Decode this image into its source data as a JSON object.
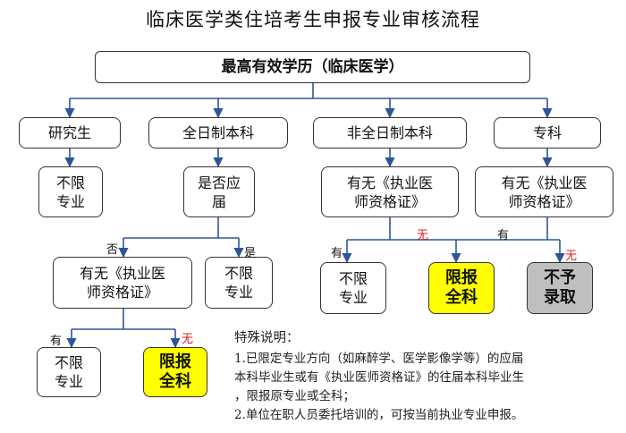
{
  "title": "临床医学类住培考生申报专业审核流程",
  "boxes": {
    "root": "最高有效学历（临床医学）",
    "grad": "研究生",
    "fulltime": "全日制本科",
    "parttime": "非全日制本科",
    "junior": "专科",
    "grad_result": [
      "不限",
      "专业"
    ],
    "fulltime_q": [
      "是否应",
      "届"
    ],
    "parttime_q": [
      "有无《执业医",
      "师资格证》"
    ],
    "junior_q": [
      "有无《执业医",
      "师资格证》"
    ],
    "ft_nonfresh_q": [
      "有无《执业医",
      "师资格证》"
    ],
    "ft_fresh_result": [
      "不限",
      "专业"
    ],
    "pt_yes_result": [
      "不限",
      "专业"
    ],
    "pt_no_result": [
      "限报",
      "全科"
    ],
    "jr_yes_result": [
      "不予",
      "录取"
    ],
    "ft_yes_result": [
      "不限",
      "专业"
    ],
    "ft_no_result": [
      "限报",
      "全科"
    ]
  },
  "labels": {
    "no_fresh": "否",
    "yes_fresh": "是",
    "pt_has": "有",
    "pt_none": "无",
    "jr_has": "有",
    "jr_none": "无",
    "ft_has": "有",
    "ft_none": "无"
  },
  "notes": {
    "heading": "特殊说明：",
    "lines": [
      "1.已限定专业方向（如麻醉学、医学影像学等）的应届",
      "本科毕业生或有《执业医师资格证》的往届本科毕业生",
      "，限报原专业或全科；",
      "2.单位在职人员委托培训的，可按当前执业专业申报。"
    ]
  },
  "colors": {
    "line": "#2e5597",
    "highlight": "#ffff00",
    "reject": "#bfbfbf",
    "negative_label": "#e02020"
  }
}
